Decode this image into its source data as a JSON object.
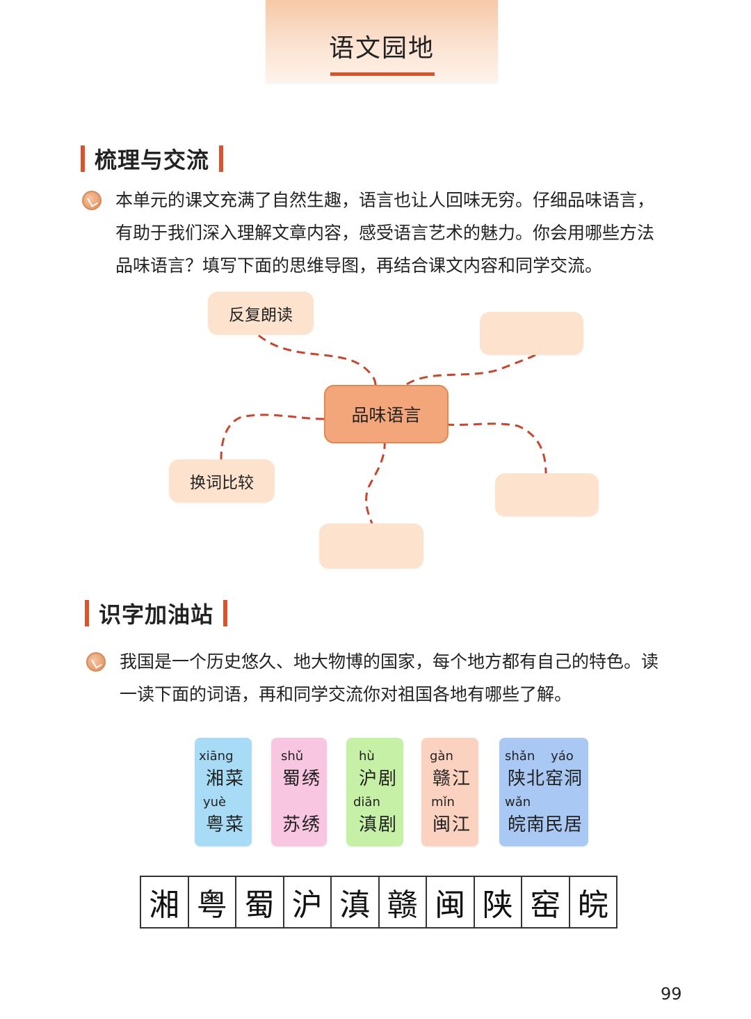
{
  "title": "语文园地",
  "section1": {
    "heading": "梳理与交流",
    "paragraph_lines": [
      "本单元的课文充满了自然生趣，语言也让人回味无穷。仔细品味语言，",
      "有助于我们深入理解文章内容，感受语言艺术的魅力。你会用哪些方法",
      "品味语言？填写下面的思维导图，再结合课文内容和同学交流。"
    ]
  },
  "mindmap": {
    "center": "品味语言",
    "top_left": "反复朗读",
    "left": "换词比较",
    "top_right": "",
    "right": "",
    "bottom": ""
  },
  "section2": {
    "heading": "识字加油站",
    "paragraph_lines": [
      "我国是一个历史悠久、地大物博的国家，每个地方都有自己的特色。读",
      "一读下面的词语，再和同学交流你对祖国各地有哪些了解。"
    ]
  },
  "cards": [
    {
      "color": "#a8dcf6",
      "py1": "xiāng",
      "w1": "湘菜",
      "py2": "yuè",
      "w2": "粤菜"
    },
    {
      "color": "#f8c6e0",
      "py1": "shǔ",
      "w1": "蜀绣",
      "py2": "",
      "w2": "苏绣"
    },
    {
      "color": "#c6f0a6",
      "py1": "hù",
      "w1": "沪剧",
      "py2": "diān",
      "w2": "滇剧"
    },
    {
      "color": "#fbd2c0",
      "py1": "gàn",
      "w1": "赣江",
      "py2": "mǐn",
      "w2": "闽江"
    },
    {
      "color": "#a9c9f4",
      "py1": "shǎn    yáo",
      "w1": "陕北窑洞",
      "py2": "wǎn",
      "w2": "皖南民居"
    }
  ],
  "grid_chars": [
    "湘",
    "粤",
    "蜀",
    "沪",
    "滇",
    "赣",
    "闽",
    "陕",
    "窑",
    "皖"
  ],
  "page_number": "99",
  "colors": {
    "accent": "#d9542c",
    "node": "#fde3cd",
    "center_node": "#f3a679"
  }
}
